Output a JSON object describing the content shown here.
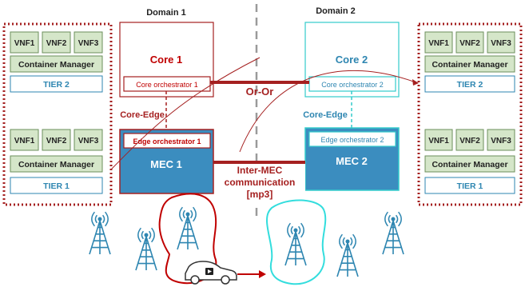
{
  "colors": {
    "red": "#c00000",
    "darkred": "#a52020",
    "cyan": "#33cccc",
    "teal_text": "#2e86b1",
    "mec_fill": "#3b8dbf",
    "vnf_fill": "#d5e6c9",
    "vnf_stroke": "#6b8f5b",
    "tier_stroke": "#2e86b1",
    "tower": "#2e86b1",
    "divider": "#9a9a9a"
  },
  "domains": {
    "left": "Domain 1",
    "right": "Domain 2"
  },
  "core": {
    "left": {
      "title": "Core 1",
      "orchestrator": "Core orchestrator 1"
    },
    "right": {
      "title": "Core 2",
      "orchestrator": "Core orchestrator 2"
    }
  },
  "orchestrator_link": "Or-Or",
  "core_edge_left": "Core-Edge",
  "core_edge_right": "Core-Edge",
  "mec": {
    "left": {
      "title": "MEC 1",
      "orchestrator": "Edge orchestrator 1"
    },
    "right": {
      "title": "MEC 2",
      "orchestrator": "Edge orchestrator 2"
    }
  },
  "inter_mec": {
    "line1": "Inter-MEC",
    "line2": "communication",
    "line3": "[mp3]"
  },
  "tiers": {
    "left_top": {
      "vnfs": [
        "VNF1",
        "VNF2",
        "VNF3"
      ],
      "manager": "Container Manager",
      "tier": "TIER 2"
    },
    "left_bottom": {
      "vnfs": [
        "VNF1",
        "VNF2",
        "VNF3"
      ],
      "manager": "Container Manager",
      "tier": "TIER 1"
    },
    "right_top": {
      "vnfs": [
        "VNF1",
        "VNF2",
        "VNF3"
      ],
      "manager": "Container Manager",
      "tier": "TIER 2"
    },
    "right_bottom": {
      "vnfs": [
        "VNF1",
        "VNF2",
        "VNF3"
      ],
      "manager": "Container Manager",
      "tier": "TIER 1"
    }
  },
  "icons": {
    "tower": "cell-tower-icon",
    "car": "car-icon"
  }
}
